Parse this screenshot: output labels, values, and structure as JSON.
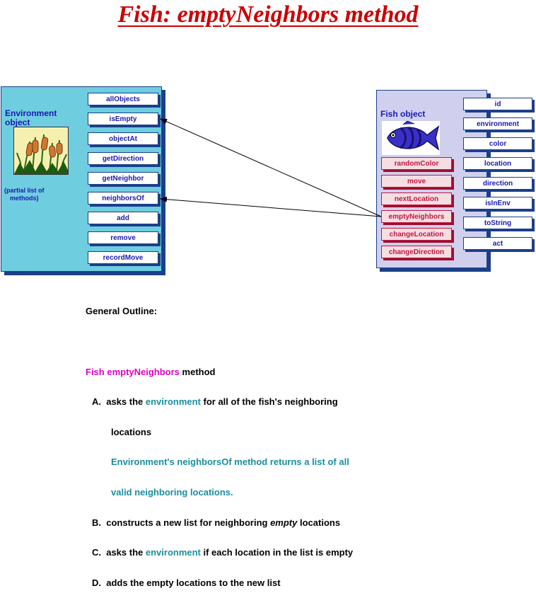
{
  "title": "Fish: emptyNeighbors method",
  "environment": {
    "label_line1": "Environment",
    "label_line2": "object",
    "note_line1": "(partial list of",
    "note_line2": "methods)",
    "methods": [
      "allObjects",
      "isEmpty",
      "objectAt",
      "getDirection",
      "getNeighbor",
      "neighborsOf",
      "add",
      "remove",
      "recordMove"
    ]
  },
  "fish": {
    "label": "Fish object",
    "attributes": [
      "id",
      "environment",
      "color",
      "location",
      "direction",
      "isInEnv",
      "toString",
      "act"
    ],
    "methods": [
      "randomColor",
      "move",
      "nextLocation",
      "emptyNeighbors",
      "changeLocation",
      "changeDirection"
    ]
  },
  "outline": {
    "heading": "General Outline:",
    "method_prefix": "Fish emptyNeighbors",
    "method_suffix": " method",
    "a_pre": "A.  asks the ",
    "a_env": "environment",
    "a_post": " for all of the fish's neighboring",
    "a_cont": "locations",
    "a_note1": "Environment's neighborsOf method returns a list of all",
    "a_note2": "valid neighboring locations.",
    "b_pre": "B.  constructs a new list for neighboring ",
    "b_em": "empty",
    "b_post": " locations",
    "c_pre": "C.  asks the ",
    "c_env": "environment",
    "c_post": " if each location in the list is empty",
    "d": "D.  adds the empty locations to the new list"
  },
  "colors": {
    "title": "#cc0000",
    "environment_panel": "#6fcde0",
    "fish_panel": "#d0d0ee",
    "fish_method": "#c01840",
    "label_blue": "#1a1ab0",
    "highlight_magenta": "#e000c0",
    "highlight_teal": "#1a8da0"
  },
  "icons": [
    "cattails-icon",
    "fish-icon"
  ]
}
